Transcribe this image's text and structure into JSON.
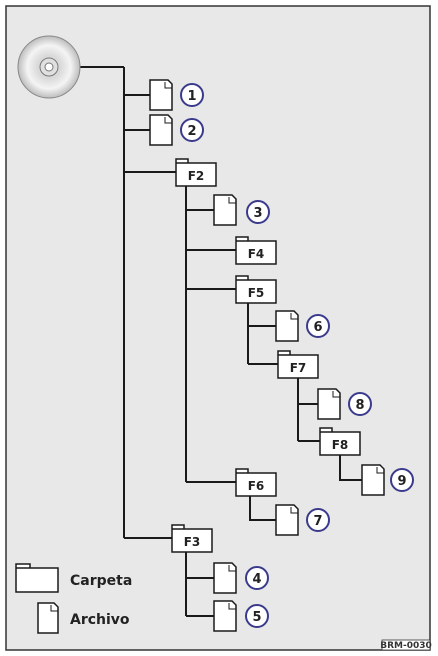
{
  "colors": {
    "background": "#e8e8e8",
    "frame": "#333333",
    "line": "#1a1a1a",
    "folder_fill": "#ffffff",
    "file_fill": "#ffffff",
    "number_circle": "#3a3a8c"
  },
  "disc": {
    "icon": "cd-disc-icon"
  },
  "folders": {
    "F2": "F2",
    "F3": "F3",
    "F4": "F4",
    "F5": "F5",
    "F6": "F6",
    "F7": "F7",
    "F8": "F8"
  },
  "files": {
    "f1": "1",
    "f2": "2",
    "f3": "3",
    "f4": "4",
    "f5": "5",
    "f6": "6",
    "f7": "7",
    "f8": "8",
    "f9": "9"
  },
  "legend": {
    "folder_label": "Carpeta",
    "file_label": "Archivo"
  },
  "figure_code": "BRM-0030"
}
